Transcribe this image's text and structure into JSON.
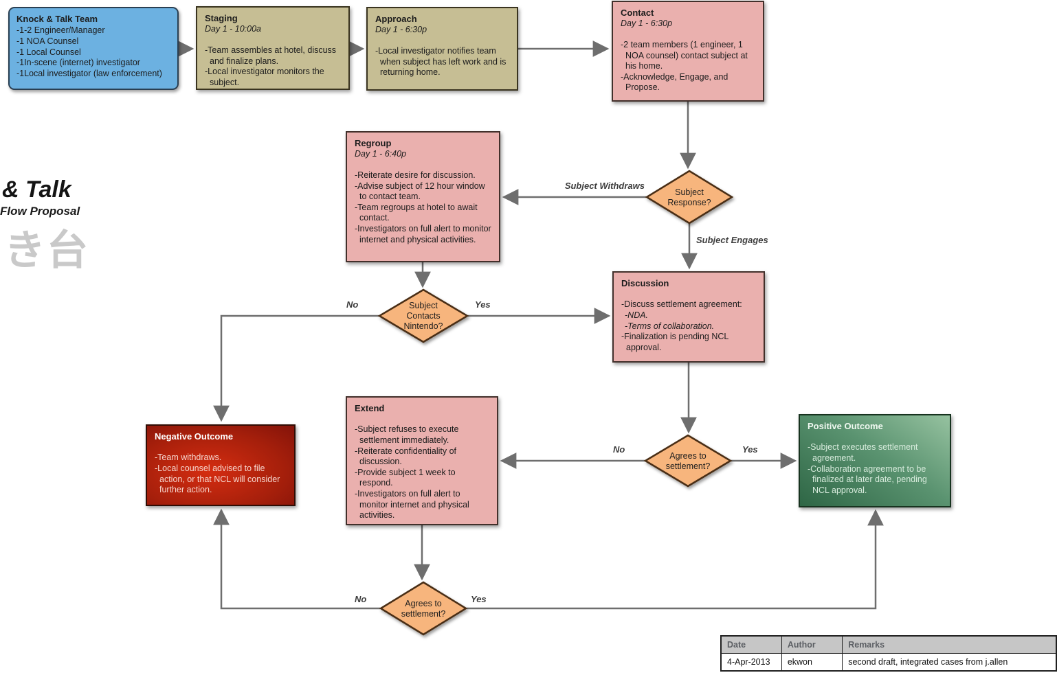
{
  "header": {
    "title_fragment": "& Talk",
    "subtitle": "Flow Proposal",
    "watermark": "き台"
  },
  "nodes": {
    "team": {
      "title": "Knock & Talk Team",
      "items": [
        "-1-2 Engineer/Manager",
        "-1 NOA Counsel",
        "-1 Local Counsel",
        "-1In-scene (internet) investigator",
        "-1Local investigator (law enforcement)"
      ]
    },
    "staging": {
      "title": "Staging",
      "subtitle": "Day 1 - 10:00a",
      "items": [
        "-Team assembles at hotel, discuss and finalize plans.",
        "-Local investigator monitors the subject."
      ]
    },
    "approach": {
      "title": "Approach",
      "subtitle": "Day 1 - 6:30p",
      "items": [
        "-Local investigator notifies team when subject has left work and is returning home."
      ]
    },
    "contact": {
      "title": "Contact",
      "subtitle": "Day 1 - 6:30p",
      "items": [
        "-2 team members (1 engineer, 1 NOA counsel) contact subject at his home.",
        "-Acknowledge, Engage, and Propose."
      ]
    },
    "regroup": {
      "title": "Regroup",
      "subtitle": "Day 1 - 6:40p",
      "items": [
        "-Reiterate desire for discussion.",
        "-Advise subject of 12 hour window to contact team.",
        "-Team regroups at hotel to await contact.",
        "-Investigators on full alert to monitor internet and physical activities."
      ]
    },
    "discussion": {
      "title": "Discussion",
      "items": [
        "-Discuss settlement agreement:",
        "-NDA.",
        "-Terms of collaboration.",
        "-Finalization is pending NCL approval."
      ]
    },
    "extend": {
      "title": "Extend",
      "items": [
        "-Subject refuses to execute settlement immediately.",
        "-Reiterate confidentiality of discussion.",
        "-Provide subject 1 week to respond.",
        "-Investigators on full alert to monitor internet and physical activities."
      ]
    },
    "negative": {
      "title": "Negative Outcome",
      "items": [
        "-Team withdraws.",
        "-Local counsel advised to file action, or that NCL will consider further action."
      ]
    },
    "positive": {
      "title": "Positive Outcome",
      "items": [
        "-Subject executes settlement agreement.",
        "-Collaboration agreement to be finalized at later date, pending NCL approval."
      ]
    }
  },
  "decisions": {
    "response": "Subject Response?",
    "nintendo": "Subject Contacts Nintendo?",
    "agrees_mid": "Agrees to settlement?",
    "agrees_bottom": "Agrees to settlement?"
  },
  "edge_labels": {
    "withdraws": "Subject Withdraws",
    "engages": "Subject Engages",
    "no": "No",
    "yes": "Yes"
  },
  "table": {
    "headers": [
      "Date",
      "Author",
      "Remarks"
    ],
    "rows": [
      [
        "4-Apr-2013",
        "ekwon",
        "second draft, integrated cases from j.allen"
      ]
    ]
  },
  "colors": {
    "team_fill": "#6cb1e1",
    "stage_fill": "#c6be94",
    "process_fill": "#eab0ae",
    "decision_fill": "#f7b57d",
    "negative_fill": "#b0220d",
    "positive_fill": "#4c8763",
    "connector": "#6e6e6e"
  }
}
